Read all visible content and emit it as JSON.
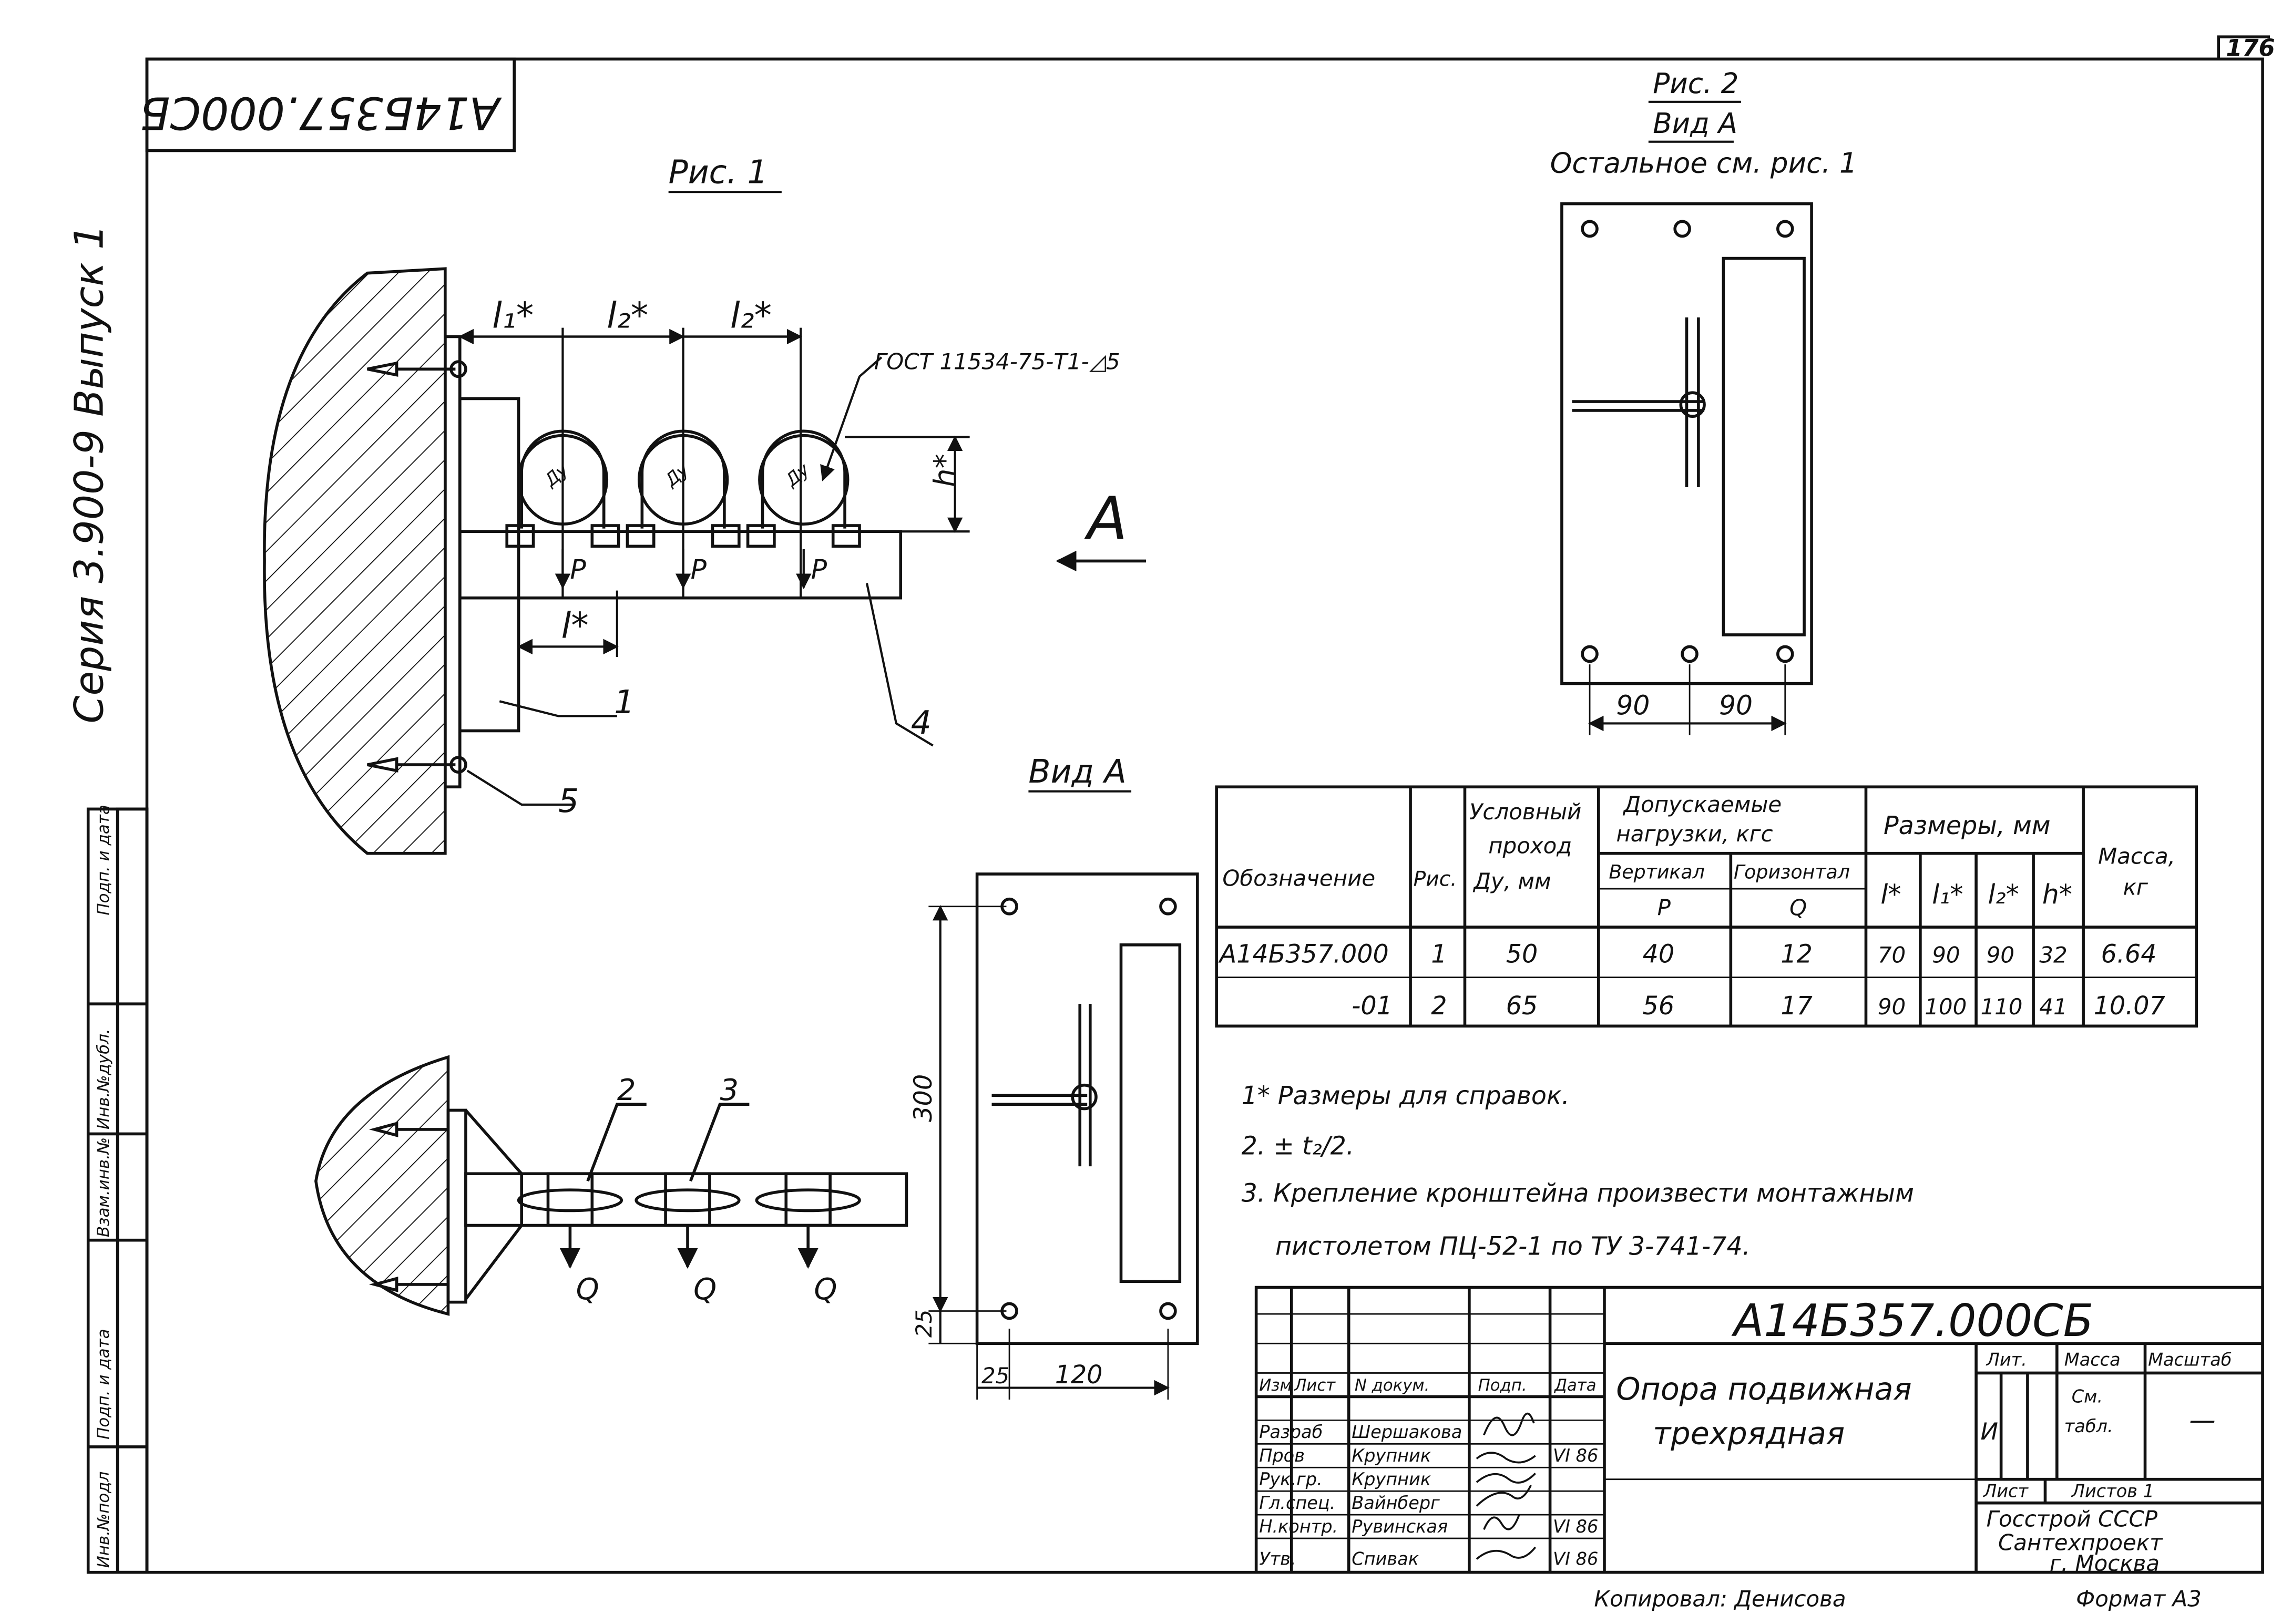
{
  "sheet_number": "176",
  "stamp_rotated": "А14Б357.000СБ",
  "series": "Серия 3.900-9 Выпуск 1",
  "side_stamp": [
    "Инв.№подл",
    "Подп. и дата",
    "Взам.инв.№",
    "Инв.№дубл.",
    "Подп. и дата"
  ],
  "fig1": {
    "title": "Рис. 1",
    "dims": {
      "l1": "l₁*",
      "l2a": "l₂*",
      "l2b": "l₂*",
      "l": "l*",
      "h": "h*"
    },
    "pipe_label": "Ду",
    "load_p": "P",
    "load_q": "Q",
    "weld": "ГОСТ 11534-75-Т1-◿5",
    "view_arrow": "А",
    "callouts": [
      "1",
      "2",
      "3",
      "4",
      "5"
    ]
  },
  "fig2": {
    "title": "Рис. 2",
    "subtitle": "Вид А",
    "note": "Остальное см. рис. 1",
    "dim_a": "90",
    "dim_b": "90"
  },
  "view_a": {
    "title": "Вид А",
    "dim_height": "300",
    "dim_bottom": "25",
    "dim_left": "25",
    "dim_width": "120"
  },
  "spec_table": {
    "headers": {
      "designation": "Обозначение",
      "fig": "Рис.",
      "dn_top": "Условный",
      "dn_mid": "проход",
      "dn_bot": "Ду, мм",
      "loads_top": "Допускаемые",
      "loads_bot": "нагрузки, кгс",
      "vertical": "Вертикал",
      "horizontal": "Горизонтал",
      "p": "P",
      "q": "Q",
      "sizes": "Размеры, мм",
      "l": "l*",
      "l1": "l₁*",
      "l2": "l₂*",
      "h": "h*",
      "mass_top": "Масса,",
      "mass_bot": "кг"
    },
    "rows": [
      {
        "designation": "А14Б357.000",
        "fig": "1",
        "dn": "50",
        "p": "40",
        "q": "12",
        "l": "70",
        "l1": "90",
        "l2": "90",
        "h": "32",
        "mass": "6.64"
      },
      {
        "designation": "-01",
        "fig": "2",
        "dn": "65",
        "p": "56",
        "q": "17",
        "l": "90",
        "l1": "100",
        "l2": "110",
        "h": "41",
        "mass": "10.07"
      }
    ]
  },
  "notes": [
    "1* Размеры для справок.",
    "2. ± t₂/2.",
    "3. Крепление кронштейна произвести монтажным",
    "пистолетом ПЦ-52-1 по ТУ 3-741-74."
  ],
  "title_block": {
    "doc_code": "А14Б357.000СБ",
    "name_line1": "Опора подвижная",
    "name_line2": "трехрядная",
    "col_headers": [
      "Изм",
      "Лист",
      "N докум.",
      "Подп.",
      "Дата"
    ],
    "roles": [
      "Разраб",
      "Пров",
      "Рук.гр.",
      "Гл.спец.",
      "Н.контр.",
      "Утв."
    ],
    "people": [
      "Шершакова",
      "Крупник",
      "Крупник",
      "Вайнберг",
      "Рувинская",
      "Спивак"
    ],
    "dates": [
      "",
      "VI 86",
      "",
      "",
      "VI 86",
      "VI 86"
    ],
    "lit": "Лит.",
    "mass": "Масса",
    "scale": "Масштаб",
    "lit_value": "И",
    "mass_value_top": "См.",
    "mass_value_bot": "табл.",
    "scale_value": "—",
    "sheet": "Лист",
    "sheets": "Листов 1",
    "org1": "Госстрой СССР",
    "org2": "Сантехпроект",
    "org3": "г. Москва"
  },
  "copied_by": "Копировал: Денисова",
  "format": "Формат А3"
}
